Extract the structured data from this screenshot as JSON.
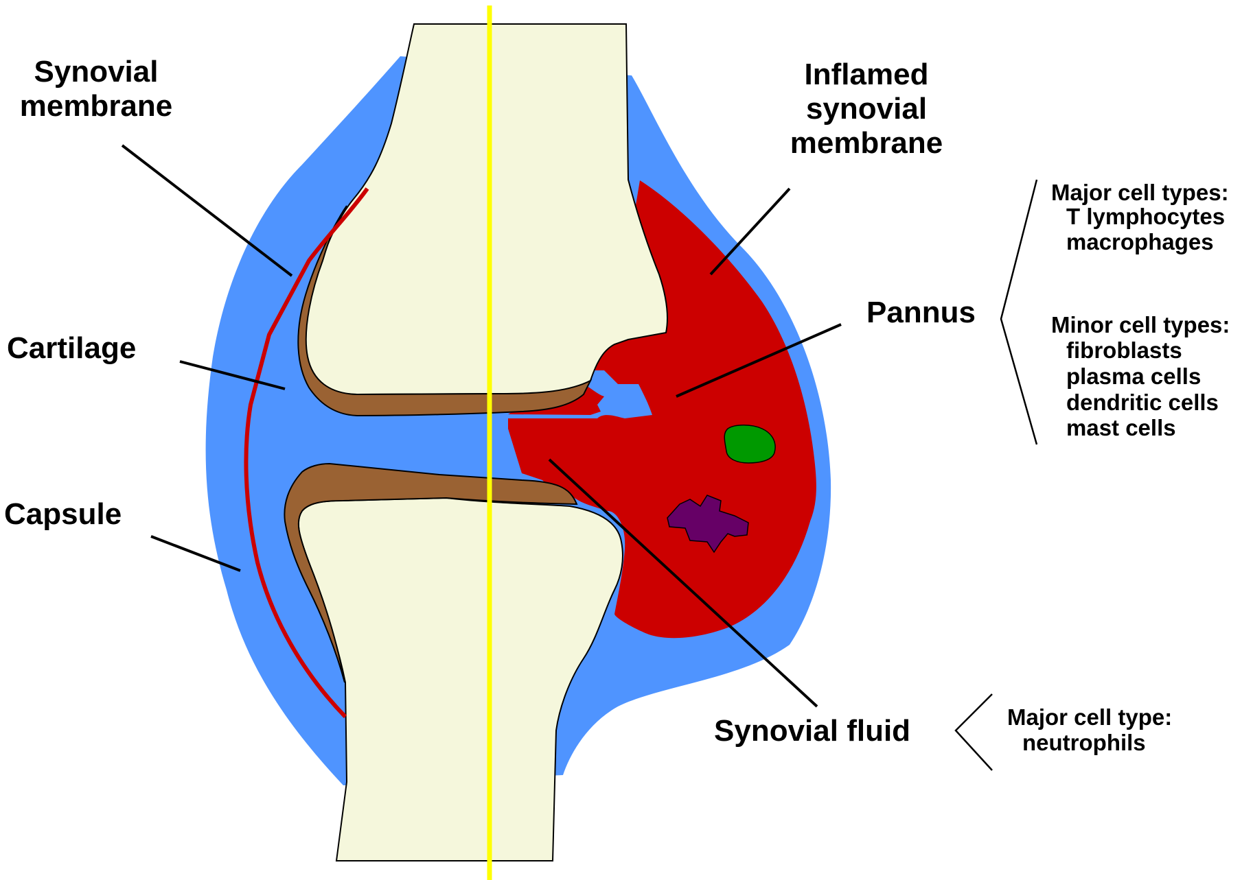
{
  "labels": {
    "synovial_membrane": [
      "Synovial",
      "membrane"
    ],
    "cartilage": "Cartilage",
    "capsule": "Capsule",
    "inflamed_synovial_membrane": [
      "Inflamed",
      "synovial",
      "membrane"
    ],
    "pannus": "Pannus",
    "synovial_fluid": "Synovial fluid"
  },
  "pannus_cells": {
    "major_heading": "Major cell types:",
    "major": [
      "T lymphocytes",
      "macrophages"
    ],
    "minor_heading": "Minor cell types:",
    "minor": [
      "fibroblasts",
      "plasma cells",
      "dendritic cells",
      "mast cells"
    ]
  },
  "fluid_cells": {
    "heading": "Major cell type:",
    "items": [
      "neutrophils"
    ]
  },
  "colors": {
    "capsule": "#4f94ff",
    "bone": "#f5f7dc",
    "cartilage": "#9a6233",
    "synovial_membrane": "#cc0000",
    "inflamed": "#cc0000",
    "midline": "#ffff00",
    "cell_green": "#009900",
    "cell_purple": "#660066"
  }
}
